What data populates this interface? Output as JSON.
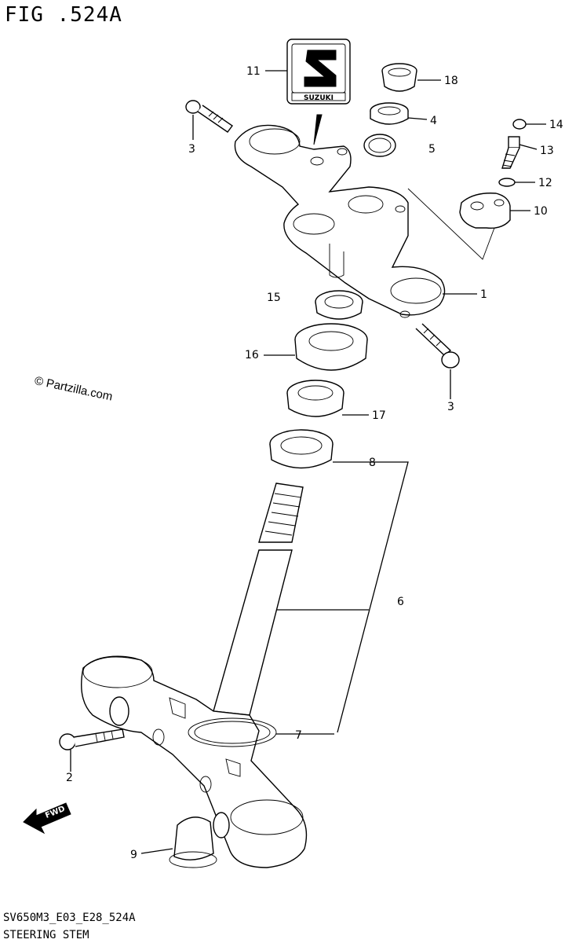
{
  "figure": {
    "title": "FIG .524A",
    "code": "SV650M3_E03_E28_524A",
    "name": "STEERING STEM",
    "watermark": "© Partzilla.com",
    "logo_text": "SUZUKI",
    "fwd_label": "FWD"
  },
  "callouts": [
    "1",
    "2",
    "3",
    "3",
    "4",
    "5",
    "6",
    "7",
    "8",
    "9",
    "10",
    "11",
    "12",
    "13",
    "14",
    "15",
    "16",
    "17",
    "18"
  ]
}
